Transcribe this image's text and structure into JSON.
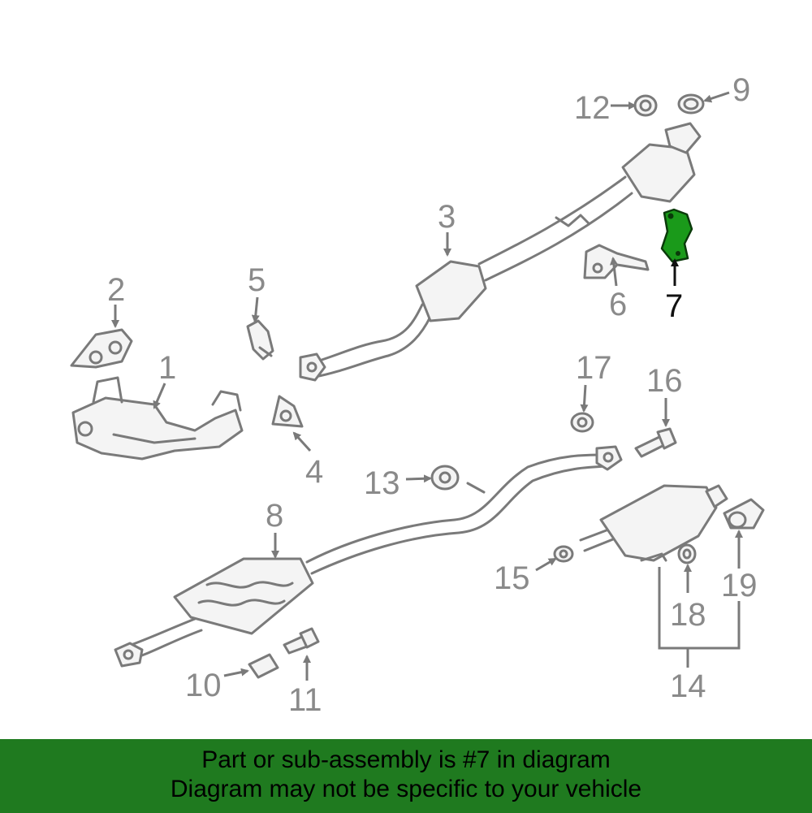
{
  "colors": {
    "banner_background": "#1f7a1f",
    "highlight_fill": "#1a9a1a",
    "line_art": "#7a7a7a",
    "callout_text": "#8a8a8a",
    "highlight_text": "#111111"
  },
  "callouts": {
    "c1": "1",
    "c2": "2",
    "c3": "3",
    "c4": "4",
    "c5": "5",
    "c6": "6",
    "c7": "7",
    "c8": "8",
    "c9": "9",
    "c10": "10",
    "c11": "11",
    "c12": "12",
    "c13": "13",
    "c14": "14",
    "c15": "15",
    "c16": "16",
    "c17": "17",
    "c18": "18",
    "c19": "19"
  },
  "banner": {
    "line1": "Part or sub-assembly is #7 in diagram",
    "line2": "Diagram may not be specific to your vehicle"
  }
}
